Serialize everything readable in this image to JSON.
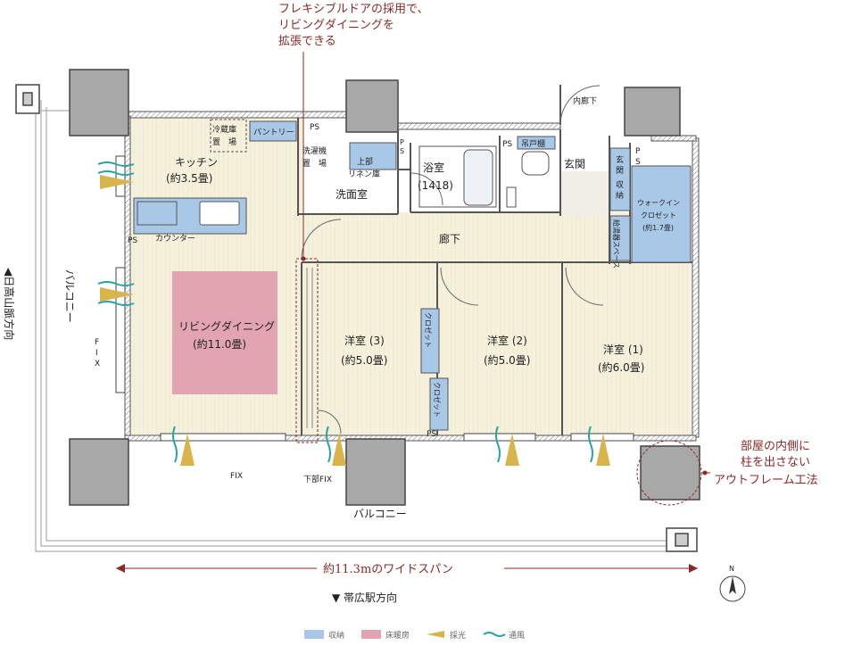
{
  "annotations": {
    "top_line1": "フレキシブルドアの採用で、",
    "top_line2": "リビングダイニングを",
    "top_line3": "拡張できる",
    "right_line1": "部屋の内側に",
    "right_line2": "柱を出さない",
    "right_line3": "アウトフレーム工法",
    "span": "約11.3mのワイドスパン"
  },
  "directions": {
    "left": "◀日高山脈方向",
    "bottom": "▼ 帯広駅方向",
    "north": "N"
  },
  "rooms": {
    "kitchen": "キッチン",
    "kitchen_size": "(約3.5畳)",
    "counter": "カウンター",
    "living": "リビングダイニング",
    "living_size": "(約11.0畳)",
    "pantry": "パントリー",
    "fridge1": "冷蔵庫",
    "fridge2": "置　場",
    "washer1": "洗濯機",
    "washer2": "置　場",
    "linen1": "上部",
    "linen2": "リネン庫",
    "washroom": "洗面室",
    "bath": "浴室",
    "bath_size": "(1418)",
    "corridor": "廊下",
    "inner_corridor": "内廊下",
    "entrance": "玄関",
    "shoe1": "玄",
    "shoe2": "関",
    "shoe3": "収",
    "shoe4": "納",
    "heater": "給湯器スペース",
    "wic1": "ウォークイン",
    "wic2": "クロゼット",
    "wic3": "(約1.7畳)",
    "hanging": "吊戸棚",
    "room3": "洋室 (3)",
    "room3_size": "(約5.0畳)",
    "room2": "洋室 (2)",
    "room2_size": "(約5.0畳)",
    "room1": "洋室 (1)",
    "room1_size": "(約6.0畳)",
    "closet_a": "クロゼット",
    "closet_b": "クロゼット",
    "balcony_left": "バルコニー",
    "balcony_bottom": "バルコニー",
    "fix_left1": "F",
    "fix_left2": "I",
    "fix_left3": "X",
    "fix_bottom": "FIX",
    "fix_lower": "下部FIX",
    "ps_top": "PS",
    "ps_wash_a": "P",
    "ps_wash_b": "S",
    "ps_bath": "PS",
    "ps_entrance_a": "P",
    "ps_entrance_b": "S",
    "ps_kitchen": "PS",
    "ps_bottom": "PS"
  },
  "legend": {
    "storage": "収納",
    "floor_heating": "床暖房",
    "daylight": "採光",
    "ventilation": "通風"
  },
  "colors": {
    "storage": "#a9c8e8",
    "floor_heating": "#e2a4b0",
    "floor": "#f3efd8",
    "wall": "#555555",
    "annotation": "#8a2a2a",
    "daylight": "#d9b44a",
    "ventilation": "#2aa3a3"
  }
}
